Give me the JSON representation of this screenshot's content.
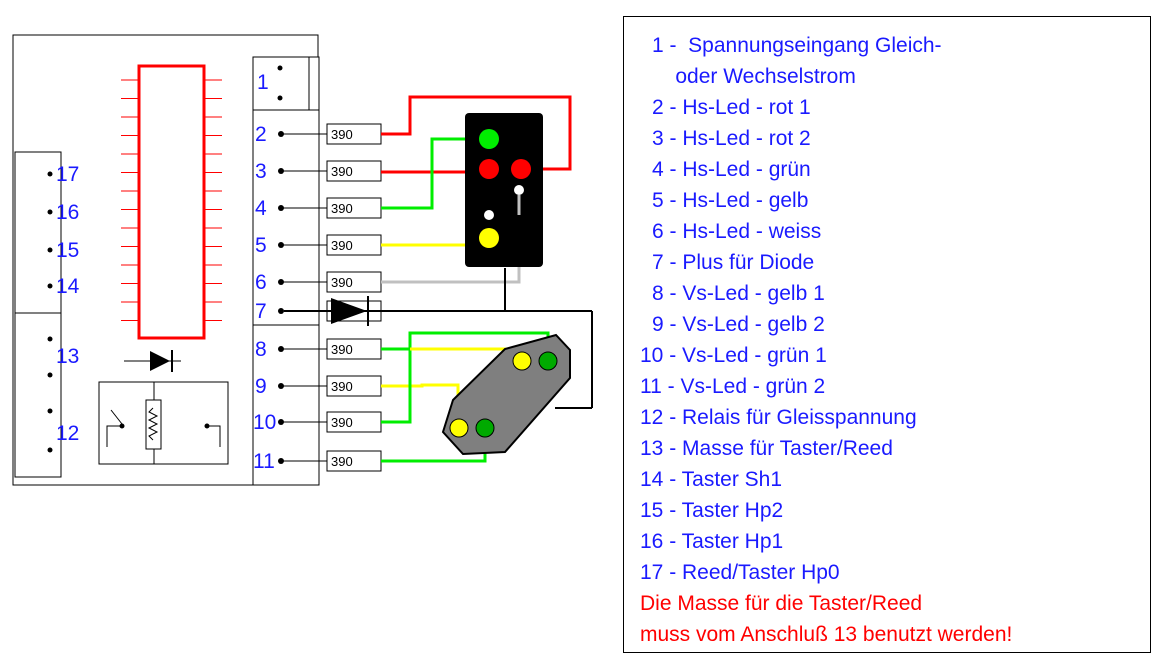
{
  "pins_right": [
    "1",
    "2",
    "3",
    "4",
    "5",
    "6",
    "7",
    "8",
    "9",
    "10",
    "11"
  ],
  "pins_left": [
    "17",
    "16",
    "15",
    "14",
    "13",
    "12"
  ],
  "resistor_value": "390",
  "colors": {
    "label": "#1a1aff",
    "warning": "#ff0000",
    "wire_red": "#ff0000",
    "wire_green": "#00dd00",
    "wire_yellow": "#ffff00",
    "wire_gray": "#c0c0c0",
    "ic_outline": "#ff0000",
    "main_signal": "#000000",
    "distant_signal": "#7f7f7f",
    "led_red": "#ff0000",
    "led_green": "#00ee00",
    "led_dark_green": "#00aa00",
    "led_yellow": "#ffff00",
    "led_white": "#ffffff"
  },
  "legend": {
    "entries": [
      "1 -  Spannungseingang Gleich-",
      "    oder Wechselstrom",
      "2 - Hs-Led - rot 1",
      "3 - Hs-Led - rot 2",
      "4 - Hs-Led - grün",
      "5 - Hs-Led - gelb",
      "6 - Hs-Led - weiss",
      "7 - Plus für Diode",
      "8 - Vs-Led - gelb 1",
      "9 - Vs-Led - gelb 2",
      "10 - Vs-Led - grün 1",
      "11 - Vs-Led - grün 2",
      "12 - Relais für Gleisspannung",
      "13 - Masse für Taster/Reed",
      "14 - Taster Sh1",
      "15 - Taster Hp2",
      "16 - Taster Hp1",
      "17 - Reed/Taster Hp0"
    ],
    "warning_lines": [
      "Die Masse für die Taster/Reed",
      "muss vom Anschluß 13 benutzt werden!"
    ]
  }
}
